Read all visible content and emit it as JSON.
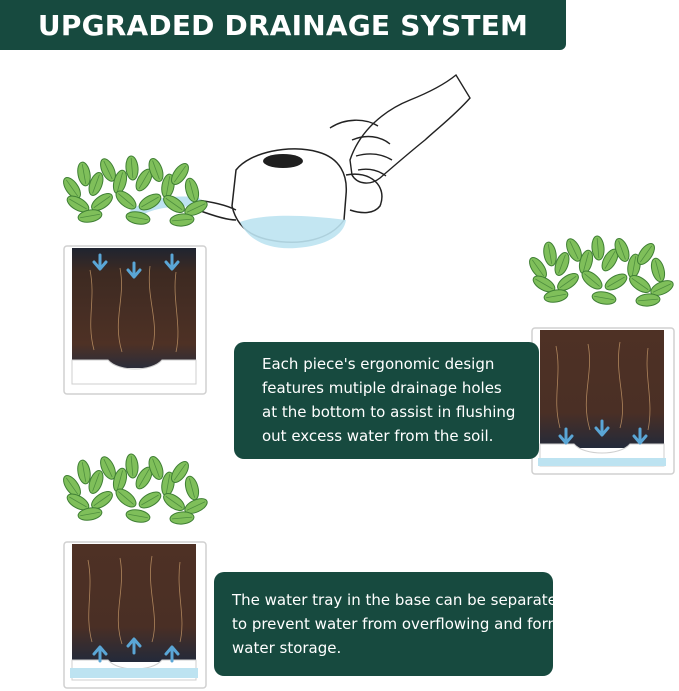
{
  "banner": {
    "title": "UPGRADED DRAINAGE SYSTEM"
  },
  "callout_top": {
    "lines": [
      "Each piece's ergonomic design",
      "features mutiple drainage holes",
      "at the bottom to assist in flushing",
      "out excess water from the soil."
    ]
  },
  "callout_bottom": {
    "lines": [
      "The water tray in the base can be separated",
      "to prevent water from overflowing and form",
      "water storage."
    ]
  },
  "colors": {
    "brand_green": "#174a3f",
    "soil": "#4a2f22",
    "water": "#bde3f1",
    "arrow": "#5aa6d6"
  },
  "icons": [
    "watering-can-icon",
    "hand-icon",
    "plant-icon",
    "pot-icon",
    "arrow-down-icon",
    "arrow-up-icon"
  ]
}
